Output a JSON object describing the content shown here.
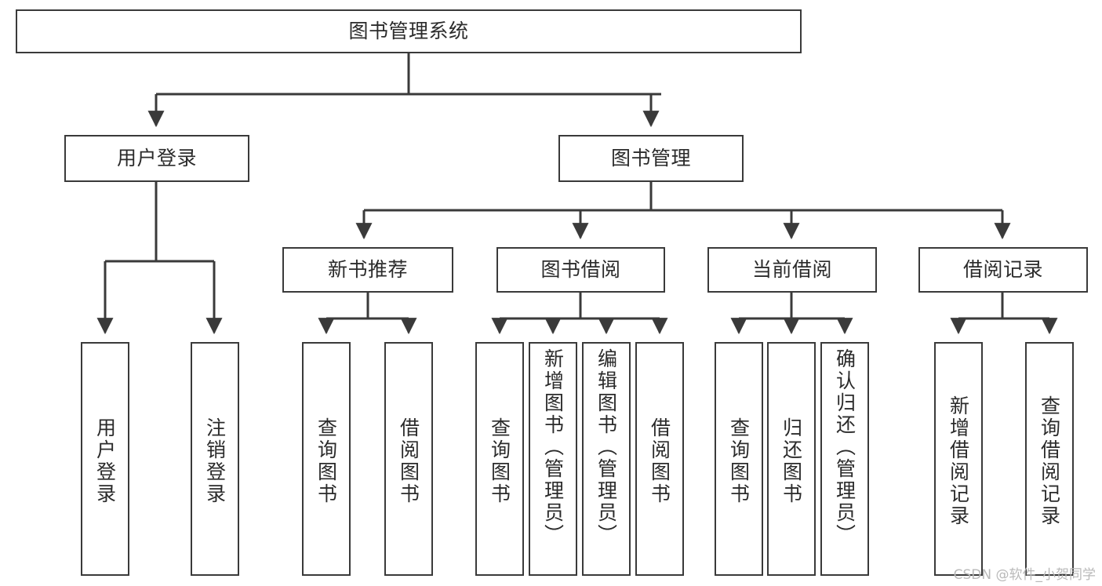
{
  "diagram": {
    "title": "图书管理系统",
    "type": "tree-hierarchy-chart",
    "orientation": "top-down",
    "line_color": "#3a3a3a",
    "box_fill": "#ffffff",
    "text_color": "#2b2b2b"
  },
  "watermark": {
    "text": "CSDN @软件_小贺同学",
    "color": "#b9b9b9"
  },
  "nodes": {
    "root": {
      "label": "图书管理系统"
    },
    "level2": [
      {
        "id": "user-login",
        "label": "用户登录"
      },
      {
        "id": "book-management",
        "label": "图书管理"
      }
    ],
    "level3": [
      {
        "id": "new-book-recommend",
        "label": "新书推荐"
      },
      {
        "id": "book-borrow",
        "label": "图书借阅"
      },
      {
        "id": "current-borrow",
        "label": "当前借阅"
      },
      {
        "id": "borrow-record",
        "label": "借阅记录"
      }
    ],
    "leaves": {
      "user_login": [
        {
          "id": "leaf-user-login",
          "label": "用户登录"
        },
        {
          "id": "leaf-logout-login",
          "label": "注销登录"
        }
      ],
      "new_book_recommend": [
        {
          "id": "leaf-query-book-1",
          "label": "查询图书"
        },
        {
          "id": "leaf-borrow-book-1",
          "label": "借阅图书"
        }
      ],
      "book_borrow": [
        {
          "id": "leaf-query-book-2",
          "label": "查询图书"
        },
        {
          "id": "leaf-add-book",
          "label": "新增图书（管理员）"
        },
        {
          "id": "leaf-edit-book",
          "label": "编辑图书（管理员）"
        },
        {
          "id": "leaf-borrow-book-2",
          "label": "借阅图书"
        }
      ],
      "current_borrow": [
        {
          "id": "leaf-query-book-3",
          "label": "查询图书"
        },
        {
          "id": "leaf-return-book",
          "label": "归还图书"
        },
        {
          "id": "leaf-confirm-return",
          "label": "确认归还（管理员）"
        }
      ],
      "borrow_record": [
        {
          "id": "leaf-add-record",
          "label": "新增借阅记录"
        },
        {
          "id": "leaf-query-record",
          "label": "查询借阅记录"
        }
      ]
    }
  },
  "chart_data": {
    "type": "table",
    "title": "图书管理系统",
    "edges": [
      {
        "from": "图书管理系统",
        "to": "用户登录"
      },
      {
        "from": "图书管理系统",
        "to": "图书管理"
      },
      {
        "from": "用户登录",
        "to": "用户登录"
      },
      {
        "from": "用户登录",
        "to": "注销登录"
      },
      {
        "from": "图书管理",
        "to": "新书推荐"
      },
      {
        "from": "图书管理",
        "to": "图书借阅"
      },
      {
        "from": "图书管理",
        "to": "当前借阅"
      },
      {
        "from": "图书管理",
        "to": "借阅记录"
      },
      {
        "from": "新书推荐",
        "to": "查询图书"
      },
      {
        "from": "新书推荐",
        "to": "借阅图书"
      },
      {
        "from": "图书借阅",
        "to": "查询图书"
      },
      {
        "from": "图书借阅",
        "to": "新增图书（管理员）"
      },
      {
        "from": "图书借阅",
        "to": "编辑图书（管理员）"
      },
      {
        "from": "图书借阅",
        "to": "借阅图书"
      },
      {
        "from": "当前借阅",
        "to": "查询图书"
      },
      {
        "from": "当前借阅",
        "to": "归还图书"
      },
      {
        "from": "当前借阅",
        "to": "确认归还（管理员）"
      },
      {
        "from": "借阅记录",
        "to": "新增借阅记录"
      },
      {
        "from": "借阅记录",
        "to": "查询借阅记录"
      }
    ]
  }
}
